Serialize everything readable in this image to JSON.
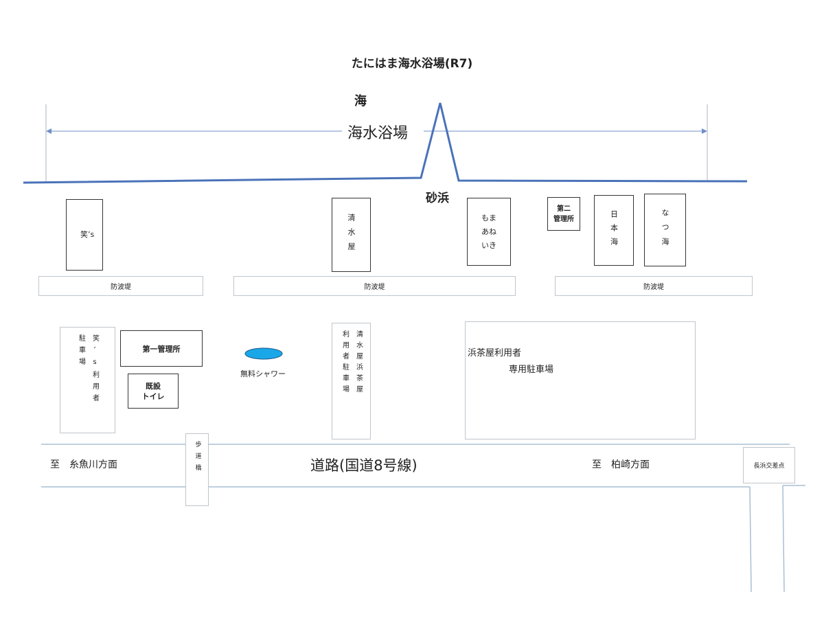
{
  "title": "たにはま海水浴場(R7)",
  "sea_label": "海",
  "beach_range_label": "海水浴場",
  "sand_label": "砂浜",
  "shops": {
    "emi": "笑’s",
    "shimizuya": "清水屋",
    "momoaneiki": "もま\nあね\nいき",
    "nihonkai": "日本海",
    "natsuumi": "なつ海"
  },
  "second_office": "第二\n管理所",
  "breakwater": "防波堤",
  "emi_parking": "笑’s利用者駐車場",
  "first_office": "第一管理所",
  "toilet": "既設\nトイレ",
  "shower": "無料シャワー",
  "shimizuya_parking": "清水屋浜茶屋利用者駐車場",
  "teahouse_parking_line1": "浜茶屋利用者",
  "teahouse_parking_line2": "専用駐車場",
  "footbridge": "歩道橋",
  "road": "道路(国道8号線)",
  "to_itoigawa": "至　糸魚川方面",
  "to_kashiwazaki": "至　柏崎方面",
  "intersection": "長浜交差点",
  "colors": {
    "shoreline": "#4a72b8",
    "shower_fill": "#1aa7e8",
    "arrow": "#6f8fc7",
    "road_line": "#a9bfd3"
  }
}
